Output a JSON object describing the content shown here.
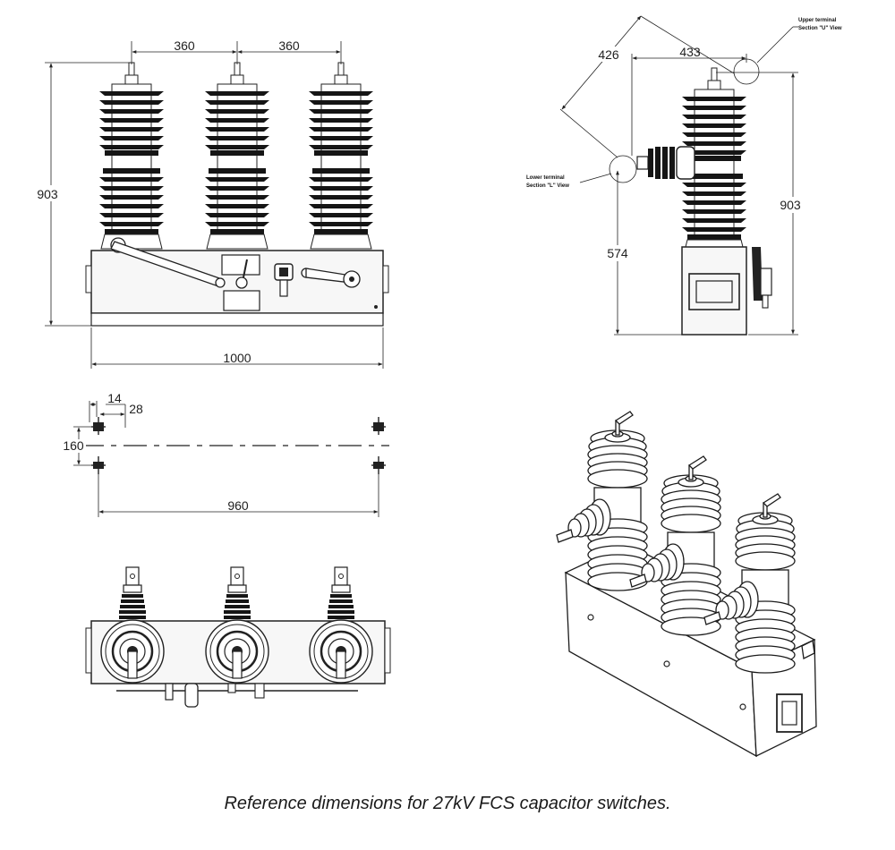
{
  "front_view": {
    "spacing_left": "360",
    "spacing_right": "360",
    "height": "903",
    "width": "1000"
  },
  "side_view": {
    "diagonal": "426",
    "width": "433",
    "height": "903",
    "lower_height": "574",
    "upper_terminal_label_1": "Upper terminal",
    "upper_terminal_label_2": "Section \"U\" View",
    "lower_terminal_label_1": "Lower terminal",
    "lower_terminal_label_2": "Section \"L\" View"
  },
  "mounting_view": {
    "offset_14": "14",
    "offset_28": "28",
    "depth": "160",
    "span": "960"
  },
  "caption": "Reference dimensions for 27kV FCS capacitor switches."
}
